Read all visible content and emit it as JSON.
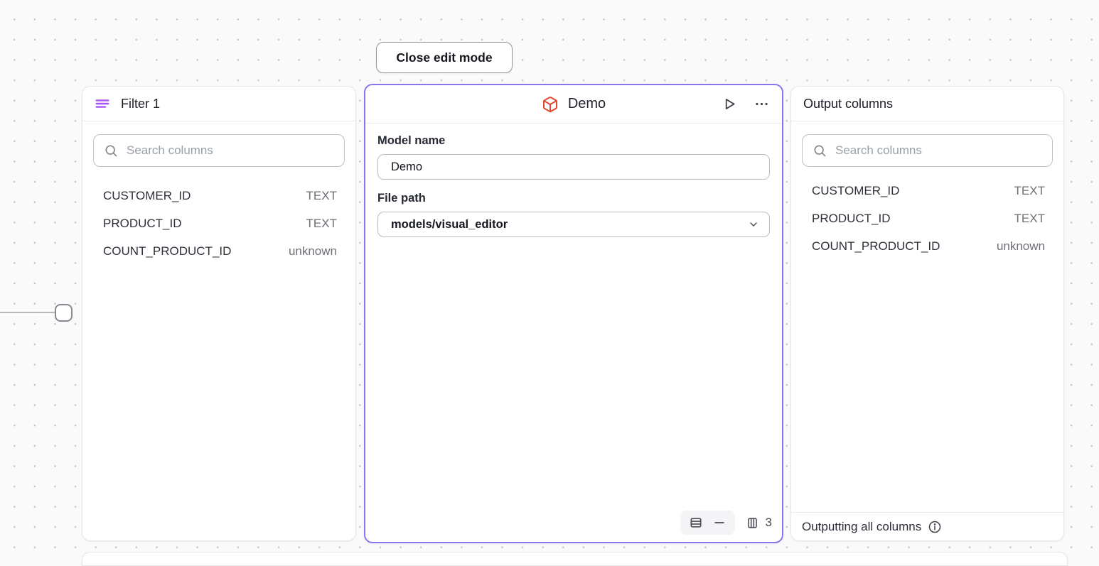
{
  "colors": {
    "accent": "#8b74f0",
    "filter-icon": "#a855f7",
    "model-icon": "#e0492e"
  },
  "toolbar": {
    "close_edit_label": "Close edit mode"
  },
  "filter_panel": {
    "title": "Filter 1",
    "search_placeholder": "Search columns",
    "columns": [
      {
        "name": "CUSTOMER_ID",
        "type": "TEXT"
      },
      {
        "name": "PRODUCT_ID",
        "type": "TEXT"
      },
      {
        "name": "COUNT_PRODUCT_ID",
        "type": "unknown"
      }
    ]
  },
  "model_panel": {
    "title": "Demo",
    "model_name_label": "Model name",
    "model_name_value": "Demo",
    "file_path_label": "File path",
    "file_path_value": "models/visual_editor",
    "column_count": "3"
  },
  "output_panel": {
    "title": "Output columns",
    "search_placeholder": "Search columns",
    "columns": [
      {
        "name": "CUSTOMER_ID",
        "type": "TEXT"
      },
      {
        "name": "PRODUCT_ID",
        "type": "TEXT"
      },
      {
        "name": "COUNT_PRODUCT_ID",
        "type": "unknown"
      }
    ],
    "footer_text": "Outputting all columns"
  },
  "icons": {
    "filter": "three purple horizontal filter lines",
    "search": "magnifier",
    "model": "orange wireframe cube",
    "run": "outlined play triangle",
    "menu": "horizontal ellipsis",
    "file_path_chevron": "chevron-down",
    "rows_view": "table rows rectangle",
    "collapse": "minus dash",
    "columns_view": "table columns rectangle",
    "info": "circled i"
  }
}
